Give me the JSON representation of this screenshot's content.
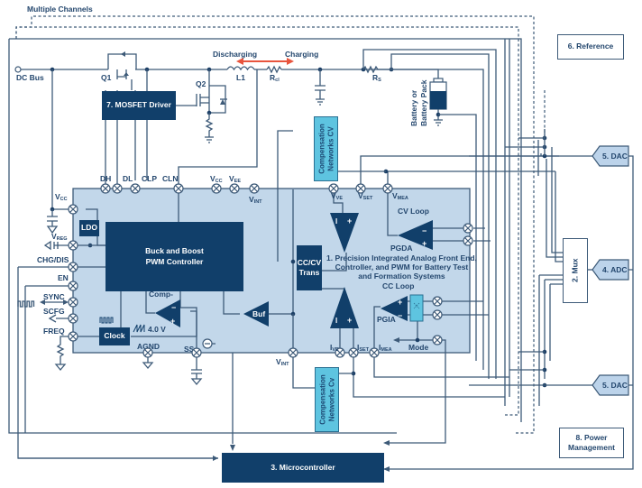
{
  "header": {
    "title": "Multiple Channels"
  },
  "power_stage": {
    "dc_bus": "DC Bus",
    "q1": "Q1",
    "q2": "Q2",
    "inductor": "L1",
    "resistor_cl": "R",
    "resistor_cl_sub": "cl",
    "resistor_s": "R",
    "resistor_s_sub": "S",
    "discharging": "Discharging",
    "charging": "Charging",
    "battery": "Battery or\nBattery Pack",
    "mosfet_driver": "7. MOSFET Driver"
  },
  "afe": {
    "title": "1. Precision Integrated Analog Front End,\nController, and PWM for Battery Test\nand Formation Systems",
    "pwm_controller": "Buck and Boost\nPWM Controller",
    "ldo": "LDO",
    "clock": "Clock",
    "cc_cv_trans": "CC/CV\nTrans",
    "buf": "Buf",
    "comp": "Comp-",
    "ramp_voltage": "4.0 V",
    "cv_loop": "CV Loop",
    "cc_loop": "CC Loop",
    "pgda": "PGDA",
    "pgia": "PGIA",
    "mode": "Mode",
    "pins_top": [
      "DH",
      "DL",
      "CLP",
      "CLN"
    ],
    "pins_left": [
      "CHG/DIS",
      "EN",
      "SYNC",
      "SCFG",
      "FREQ"
    ],
    "pins_bottom": [
      "AGND",
      "SS"
    ],
    "vcc": {
      "main": "V",
      "sub": "CC"
    },
    "vee": {
      "main": "V",
      "sub": "EE"
    },
    "vint": {
      "main": "V",
      "sub": "INT"
    },
    "vreg": {
      "main": "V",
      "sub": "REG"
    },
    "vve": {
      "main": "V",
      "sub": "VE"
    },
    "vset": {
      "main": "V",
      "sub": "SET"
    },
    "vmea": {
      "main": "V",
      "sub": "MEA"
    },
    "ive": {
      "main": "I",
      "sub": "VE"
    },
    "iset": {
      "main": "I",
      "sub": "SET"
    },
    "imea": {
      "main": "I",
      "sub": "MEA"
    }
  },
  "external": {
    "comp_cv": "Compensation\nNetworks CV",
    "comp_cc": "Compensation\nNetworks Cv",
    "mux": "2. Mux",
    "adc": "4. ADC",
    "dac_top": "5. DAC",
    "dac_bottom": "5. DAC",
    "reference": "6. Reference",
    "power_management": "8. Power\nManagement",
    "microcontroller": "3. Microcontroller"
  },
  "colors": {
    "wire": "#3d5a78",
    "block": "#113f6a",
    "chip_bg": "#c2d7ea",
    "comp_net": "#5ec4e0",
    "arrow": "#e8553e",
    "dac_fill": "#bcd3ea"
  }
}
